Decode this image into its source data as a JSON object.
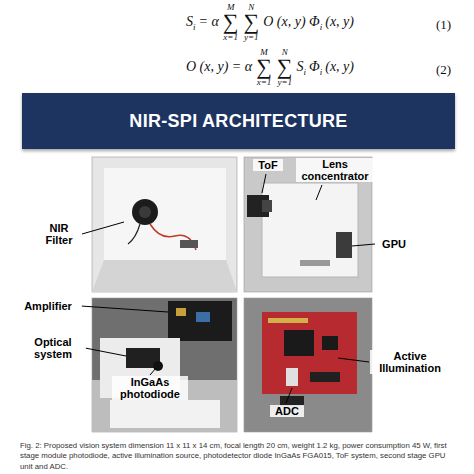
{
  "diagram": {
    "caption": "Fig. 2: Proposed vision system dimension 11 x 11 x 14 cm, focal length 20 cm, weight 1.2 kg, power consumption 45 W, first stage module photodiode, active illumination source, photodetector diode InGaAs FGA015, ToF system, second stage GPU unit and ADC.",
    "nodes": [
      {
        "text": [
          "NIR-SPI ARCHITECTURE"
        ]
      }
    ],
    "labels": [
      "S",
      "i",
      "= α",
      "M",
      "∑",
      "x=1",
      "N",
      "∑",
      "y=1",
      "O (x, y) Φ",
      "i",
      "(x, y)",
      "(1)",
      "O (x, y) = α",
      "M",
      "∑",
      "x=1",
      "N",
      "∑",
      "y=1",
      "S",
      "i",
      "Φ",
      "i",
      "(x, y)",
      "(2)",
      "NIR Filter",
      "ToF",
      "Lens concentrator",
      "GPU",
      "Amplifier",
      "Optical system",
      "InGaAs photodiode",
      "ADC",
      "Active Illumination"
    ]
  }
}
